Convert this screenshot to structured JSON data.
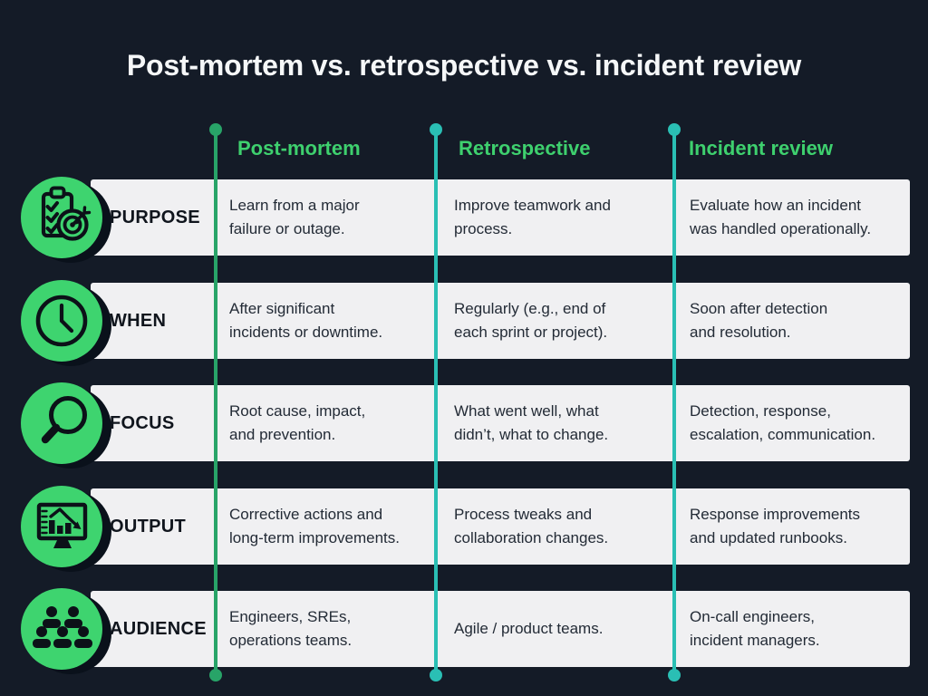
{
  "title": "Post-mortem vs. retrospective vs. incident review",
  "columns": [
    "Post-mortem",
    "Retrospective",
    "Incident review"
  ],
  "rows": [
    {
      "label": "PURPOSE",
      "icon": "clipboard-target-icon",
      "cells": [
        "Learn from a major\nfailure or outage.",
        "Improve teamwork and\nprocess.",
        "Evaluate how an incident\nwas handled operationally."
      ]
    },
    {
      "label": "WHEN",
      "icon": "clock-icon",
      "cells": [
        "After significant\nincidents or downtime.",
        "Regularly (e.g., end of\neach sprint or project).",
        "Soon after detection\nand resolution."
      ]
    },
    {
      "label": "FOCUS",
      "icon": "magnifying-glass-icon",
      "cells": [
        "Root cause, impact,\nand prevention.",
        "What went well, what\ndidn’t, what to change.",
        "Detection, response,\nescalation, communication."
      ]
    },
    {
      "label": "OUTPUT",
      "icon": "monitor-chart-icon",
      "cells": [
        "Corrective actions and\nlong-term improvements.",
        "Process tweaks and\ncollaboration changes.",
        "Response improvements\nand updated runbooks."
      ]
    },
    {
      "label": "AUDIENCE",
      "icon": "people-icon",
      "cells": [
        "Engineers, SREs,\noperations teams.",
        "Agile / product teams.",
        "On-call engineers,\nincident managers."
      ]
    }
  ],
  "colors": {
    "background": "#141b27",
    "row_bar": "#f0f0f2",
    "title_text": "#f5f7f8",
    "header_green": "#3ed06e",
    "icon_circle_green": "#3ed46f",
    "icon_glyph": "#0c1118",
    "line_green": "#28a468",
    "line_teal": "#2abfb4",
    "label_text": "#10151d",
    "cell_text": "#232b36",
    "circle_shadow": "#0a111b"
  }
}
